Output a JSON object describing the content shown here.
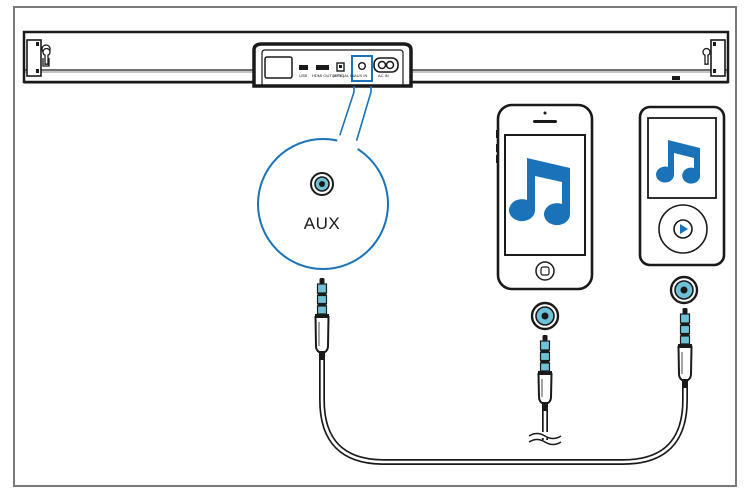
{
  "soundbar": {
    "ports": [
      {
        "label": "USB"
      },
      {
        "label": "HDMI OUT (ARC)"
      },
      {
        "label": "OPTICAL IN"
      },
      {
        "label": "AUX IN"
      },
      {
        "label": "AC IN"
      }
    ]
  },
  "callout": {
    "label": "AUX"
  },
  "colors": {
    "accent_blue": "#1a73b8",
    "jack_blue": "#6ec1d6",
    "outline": "#1a1a1a",
    "frame": "#7a7a7a"
  },
  "icons": [
    "music-note-icon",
    "play-icon",
    "home-button-icon"
  ]
}
